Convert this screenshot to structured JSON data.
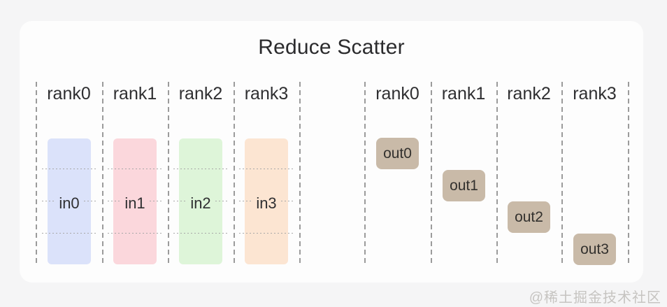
{
  "title": "Reduce Scatter",
  "watermark": "@稀土掘金技术社区",
  "colors": {
    "page_background": "#f5f5f6",
    "card_background": "#fdfdfd",
    "dashed_line": "#9b9b9b",
    "dotted_line": "#a8a8a8",
    "label_text": "#2f2f31",
    "output_box": "#c9baa8",
    "watermark_text": "#c6c4c1"
  },
  "left_group": {
    "ranks": [
      "rank0",
      "rank1",
      "rank2",
      "rank3"
    ],
    "inputs": [
      {
        "label": "in0",
        "color": "#dbe2fa"
      },
      {
        "label": "in1",
        "color": "#fbd7dc"
      },
      {
        "label": "in2",
        "color": "#def5d9"
      },
      {
        "label": "in3",
        "color": "#fce5d2"
      }
    ],
    "segments_per_buffer": 4
  },
  "right_group": {
    "ranks": [
      "rank0",
      "rank1",
      "rank2",
      "rank3"
    ],
    "outputs": [
      {
        "label": "out0",
        "row": 0
      },
      {
        "label": "out1",
        "row": 1
      },
      {
        "label": "out2",
        "row": 2
      },
      {
        "label": "out3",
        "row": 3
      }
    ]
  }
}
